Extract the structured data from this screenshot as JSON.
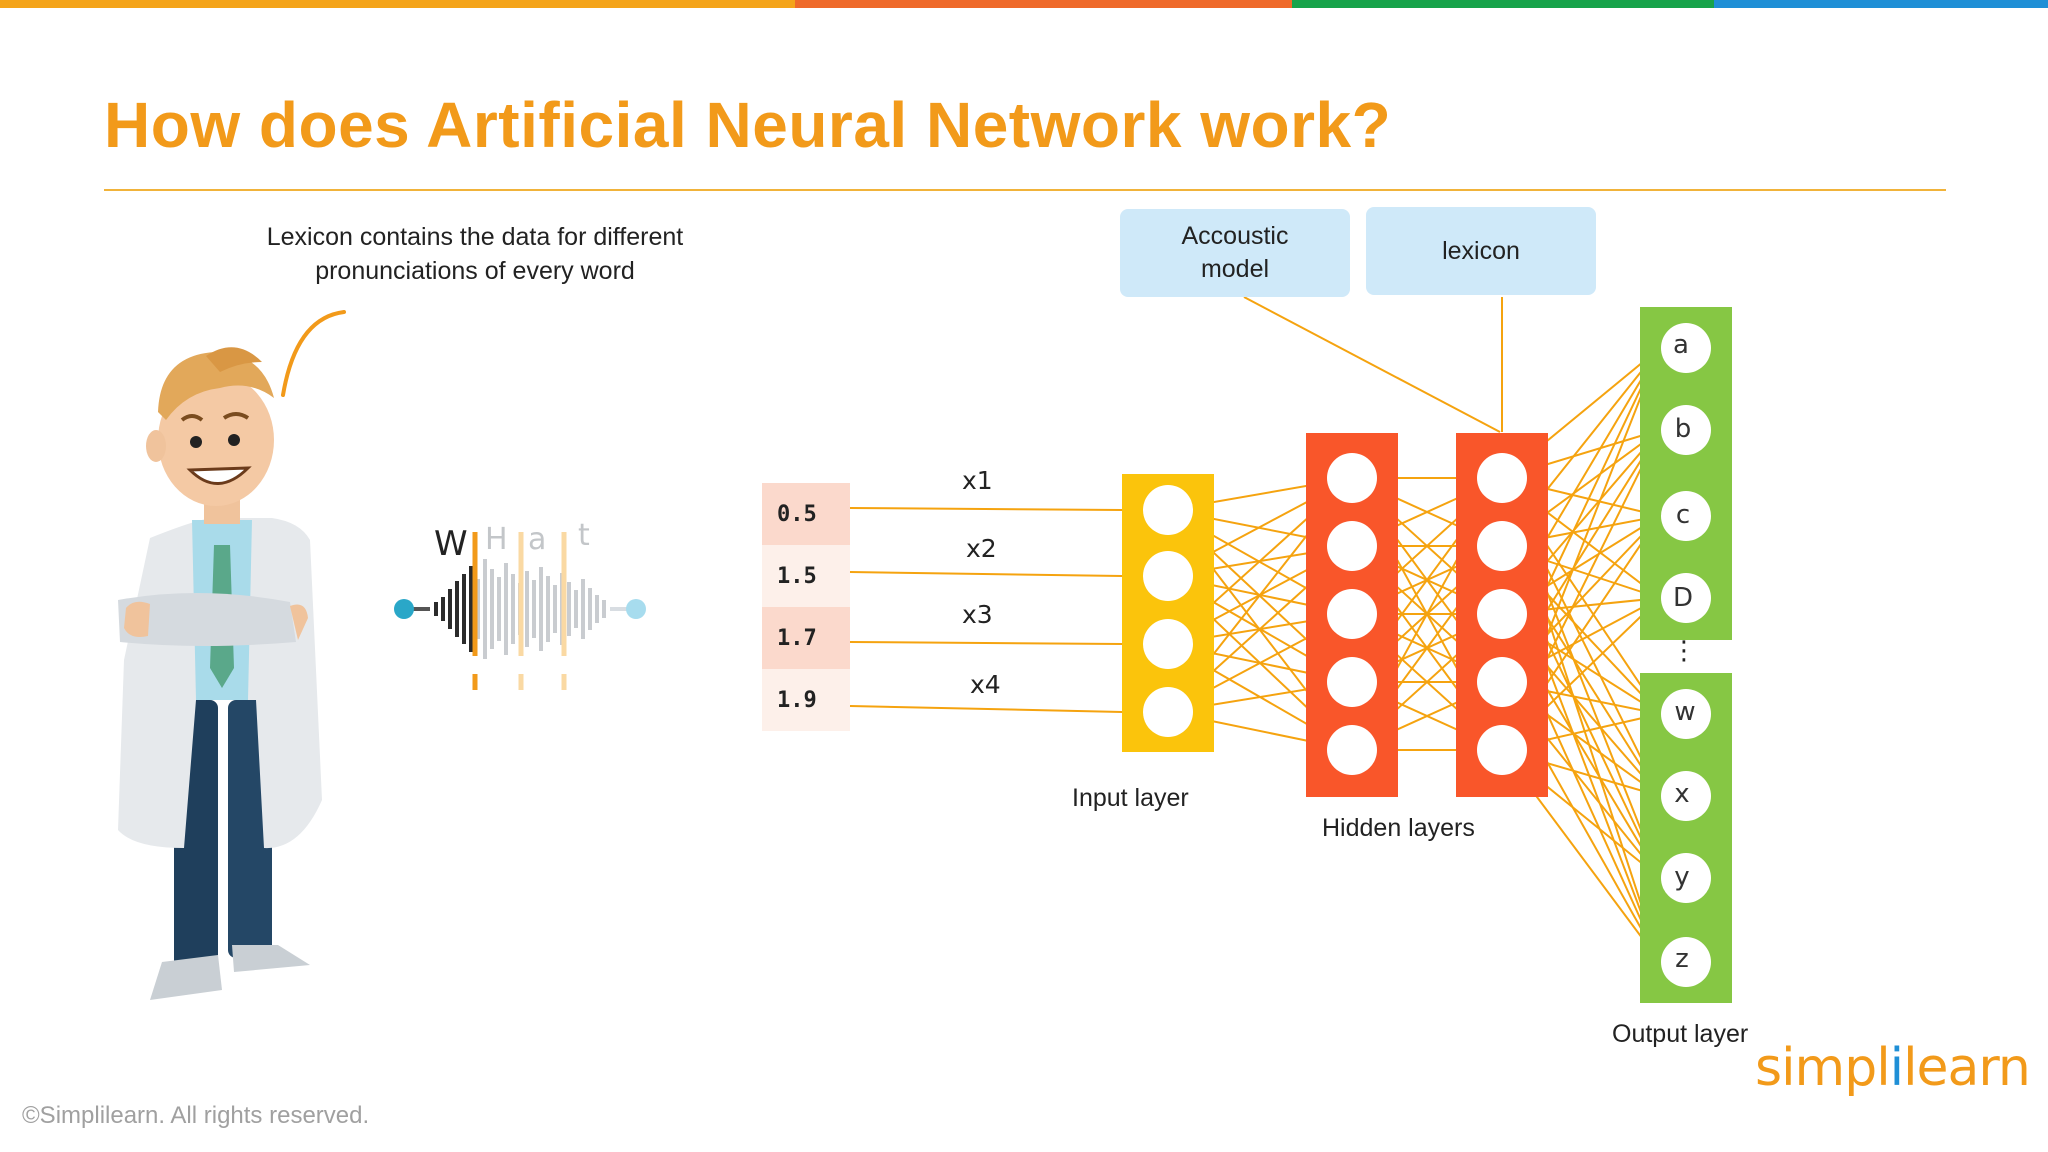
{
  "slide": {
    "title": "How does Artificial Neural Network work?",
    "callout_lines": [
      "Lexicon contains the data for different",
      "pronunciations of every word"
    ],
    "footer": "©Simplilearn. All rights reserved.",
    "logo_left": "simpl",
    "logo_i": "i",
    "logo_right": "learn"
  },
  "colors": {
    "top_bar": [
      "#f4a41a",
      "#ef6a2a",
      "#17a34a",
      "#1f8fd6"
    ],
    "accent": "#f29a1a",
    "input_layer": "#fbc40c",
    "hidden_layer": "#f9562a",
    "output_layer": "#86c744",
    "box_fill": "#cfe9f9",
    "connection": "#f5a30f"
  },
  "boxes": {
    "acoustic": "Accoustic\nmodel",
    "lexicon": "lexicon"
  },
  "inputs": {
    "values": [
      "0.5",
      "1.5",
      "1.7",
      "1.9"
    ],
    "labels": [
      "x1",
      "x2",
      "x3",
      "x4"
    ]
  },
  "network": {
    "input_nodes": 4,
    "hidden_nodes": [
      5,
      5
    ],
    "input_label": "Input layer",
    "hidden_label": "Hidden layers",
    "output_label": "Output layer",
    "output_top": [
      "a",
      "b",
      "c",
      "D"
    ],
    "output_bottom": [
      "w",
      "x",
      "y",
      "z"
    ],
    "ellipsis": "⋮"
  },
  "waveform": {
    "letters": [
      "W",
      "H",
      "a",
      "t"
    ]
  },
  "icons": [
    "scientist-illustration",
    "sound-wave-icon",
    "curved-arrow-icon"
  ]
}
